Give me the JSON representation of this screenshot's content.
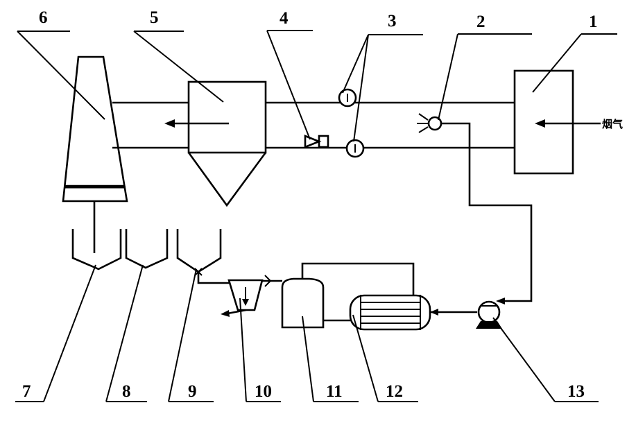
{
  "labels": {
    "l1": "1",
    "l2": "2",
    "l3": "3",
    "l4": "4",
    "l5": "5",
    "l6": "6",
    "l7": "7",
    "l8": "8",
    "l9": "9",
    "l10": "10",
    "l11": "11",
    "l12": "12",
    "l13": "13"
  },
  "inlet_text": "烟气"
}
